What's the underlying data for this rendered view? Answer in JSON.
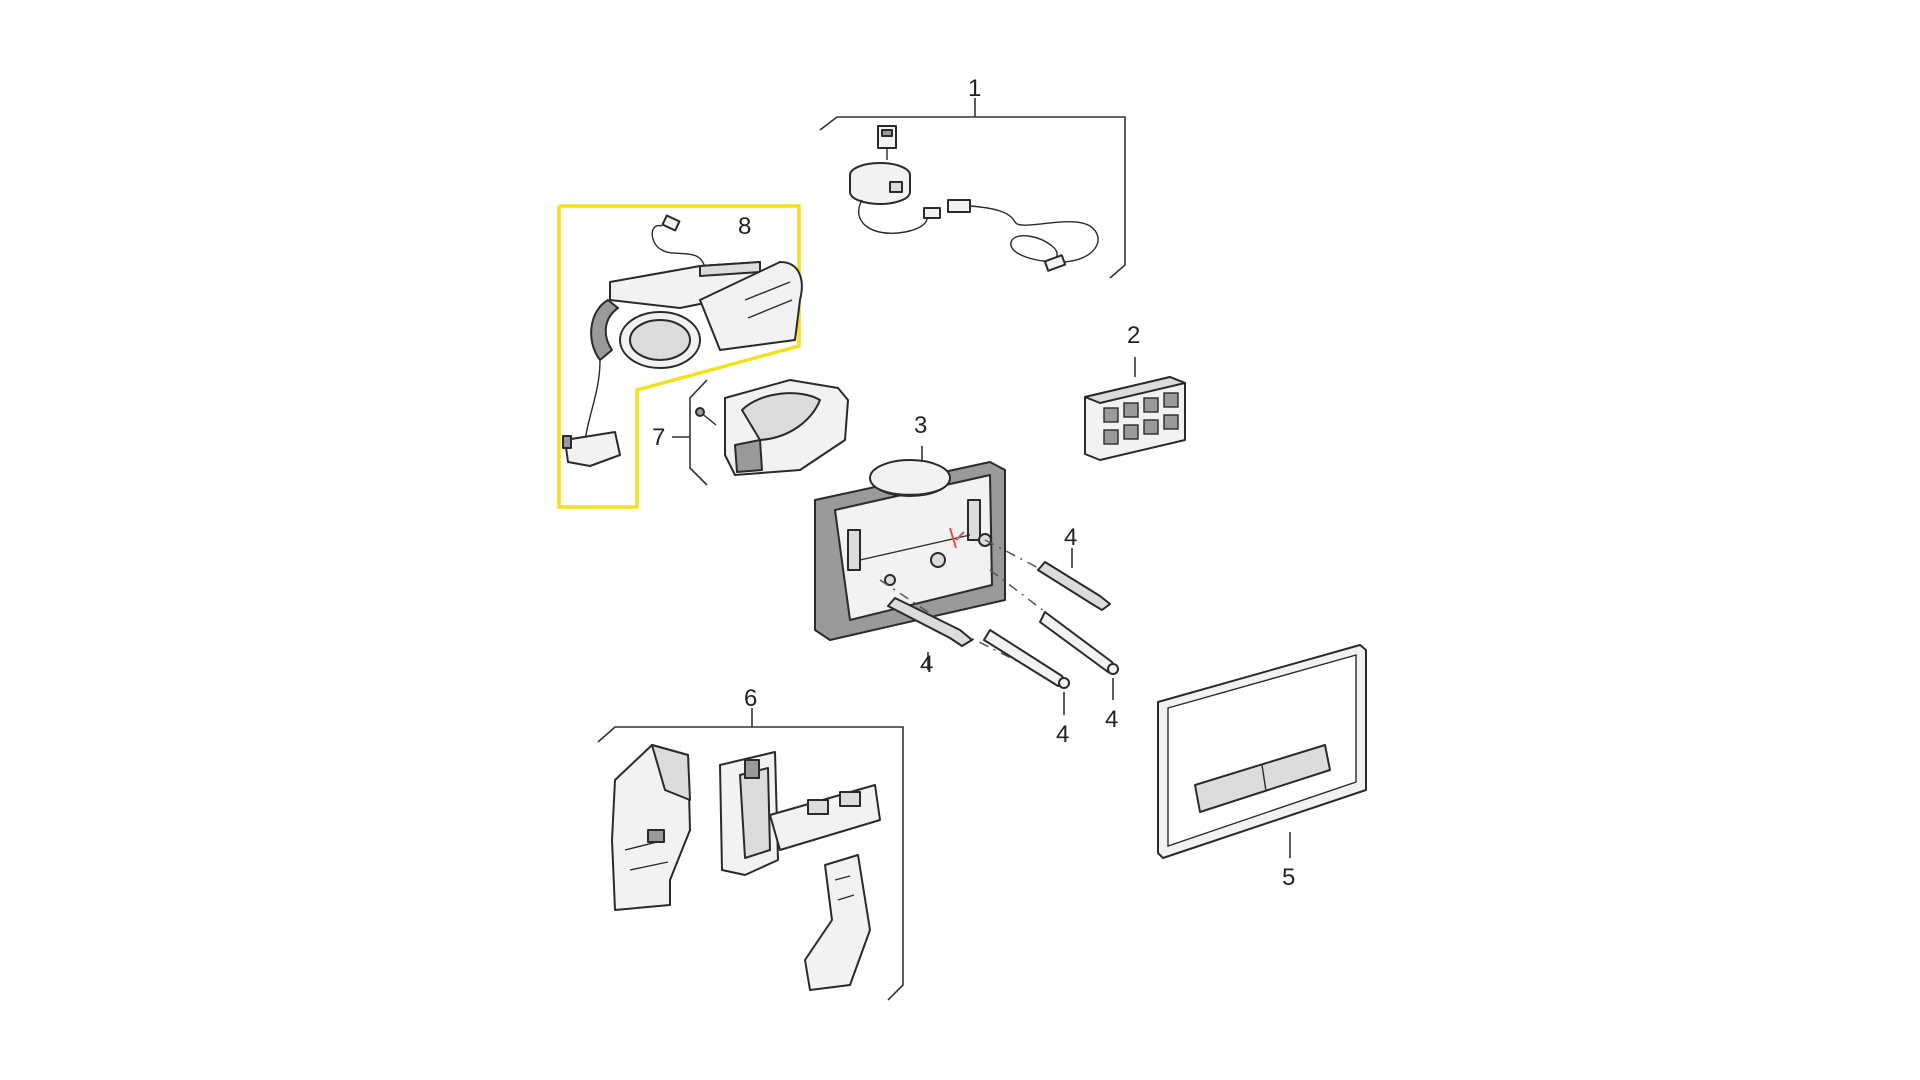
{
  "diagram": {
    "callouts": [
      {
        "id": "1",
        "text": "1"
      },
      {
        "id": "2",
        "text": "2"
      },
      {
        "id": "3",
        "text": "3"
      },
      {
        "id": "4a",
        "text": "4"
      },
      {
        "id": "4b",
        "text": "4"
      },
      {
        "id": "4c",
        "text": "4"
      },
      {
        "id": "4d",
        "text": "4"
      },
      {
        "id": "5",
        "text": "5"
      },
      {
        "id": "6",
        "text": "6"
      },
      {
        "id": "7",
        "text": "7"
      },
      {
        "id": "8",
        "text": "8"
      }
    ],
    "highlight_color": "#f2e21a",
    "line_color": "#333333"
  }
}
